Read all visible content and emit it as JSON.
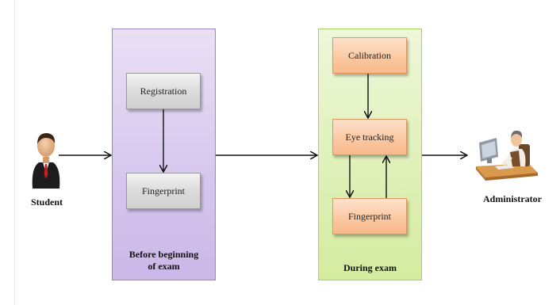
{
  "actors": {
    "student": "Student",
    "administrator": "Administrator"
  },
  "phases": {
    "before": {
      "label_line1": "Before beginning",
      "label_line2": "of exam",
      "steps": [
        "Registration",
        "Fingerprint"
      ]
    },
    "during": {
      "label": "During exam",
      "steps": [
        "Calibration",
        "Eye tracking",
        "Fingerprint"
      ]
    }
  },
  "colors": {
    "before_panel": "#d6c6ee",
    "during_panel": "#def0b6",
    "gray_box": "#dcdcdc",
    "orange_box": "#fbc9a3"
  },
  "icons": {
    "student": "student-person-icon",
    "administrator": "administrator-at-computer-icon"
  }
}
